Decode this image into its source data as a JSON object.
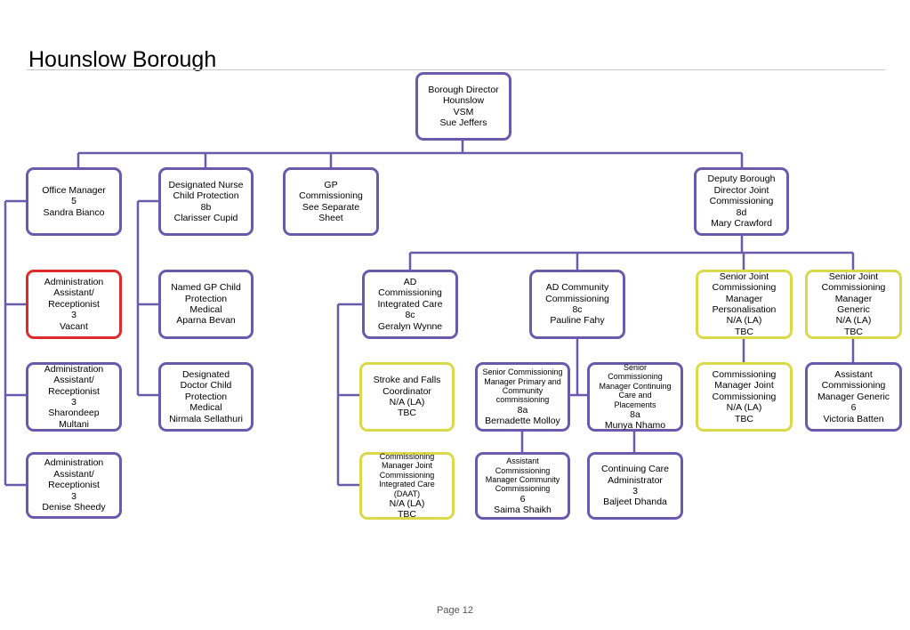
{
  "title": "Hounslow Borough",
  "footer": "Page 12",
  "colors": {
    "purple": "#6a5aad",
    "red": "#dd2b2b",
    "yellow": "#d9d94a"
  },
  "nodes": {
    "director": [
      "Borough Director",
      "Hounslow",
      "VSM",
      "Sue Jeffers"
    ],
    "office_manager": [
      "Office Manager",
      "5",
      "Sandra Bianco"
    ],
    "designated_nurse": [
      "Designated Nurse",
      "Child Protection",
      "8b",
      "Clarisser Cupid"
    ],
    "gp_commissioning": [
      "GP",
      "Commissioning",
      "See Separate",
      "Sheet"
    ],
    "deputy_director": [
      "Deputy Borough",
      "Director Joint",
      "Commissioning",
      "8d",
      "Mary Crawford"
    ],
    "admin_vacant": [
      "Administration",
      "Assistant/",
      "Receptionist",
      "3",
      "Vacant"
    ],
    "admin_multani": [
      "Administration",
      "Assistant/",
      "Receptionist",
      "3",
      "Sharondeep",
      "Multani"
    ],
    "admin_sheedy": [
      "Administration",
      "Assistant/",
      "Receptionist",
      "3",
      "Denise Sheedy"
    ],
    "named_gp": [
      "Named GP Child",
      "Protection",
      "Medical",
      "Aparna Bevan"
    ],
    "designated_doctor": [
      "Designated",
      "Doctor Child",
      "Protection",
      "Medical",
      "Nirmala Sellathuri"
    ],
    "ad_integrated": [
      "AD",
      "Commissioning",
      "Integrated Care",
      "8c",
      "Geralyn Wynne"
    ],
    "ad_community": [
      "AD Community",
      "Commissioning",
      "8c",
      "Pauline Fahy"
    ],
    "senior_personalisation": [
      "Senior Joint",
      "Commissioning",
      "Manager",
      "Personalisation",
      "N/A (LA)",
      "TBC"
    ],
    "senior_generic": [
      "Senior Joint",
      "Commissioning",
      "Manager",
      "Generic",
      "N/A (LA)",
      "TBC"
    ],
    "stroke_falls": [
      "Stroke and Falls",
      "Coordinator",
      "N/A (LA)",
      "TBC"
    ],
    "senior_primary": [
      "Senior Commissioning",
      "Manager Primary and",
      "Community",
      "commissioning",
      "8a",
      "Bernadette Molloy"
    ],
    "senior_continuing": [
      "Senior",
      "Commissioning",
      "Manager Continuing",
      "Care and",
      "Placements",
      "8a",
      "Munya Nhamo"
    ],
    "cm_joint": [
      "Commissioning",
      "Manager Joint",
      "Commissioning",
      "N/A (LA)",
      "TBC"
    ],
    "assistant_generic": [
      "Assistant",
      "Commissioning",
      "Manager Generic",
      "6",
      "Victoria Batten"
    ],
    "cm_daat": [
      "Commissioning",
      "Manager Joint",
      "Commissioning",
      "Integrated Care",
      "(DAAT)",
      "N/A (LA)",
      "TBC"
    ],
    "assistant_community": [
      "Assistant",
      "Commissioning",
      "Manager Community",
      "Commissioning",
      "6",
      "Saima Shaikh"
    ],
    "continuing_admin": [
      "Continuing Care",
      "Administrator",
      "3",
      "Baljeet Dhanda"
    ]
  }
}
